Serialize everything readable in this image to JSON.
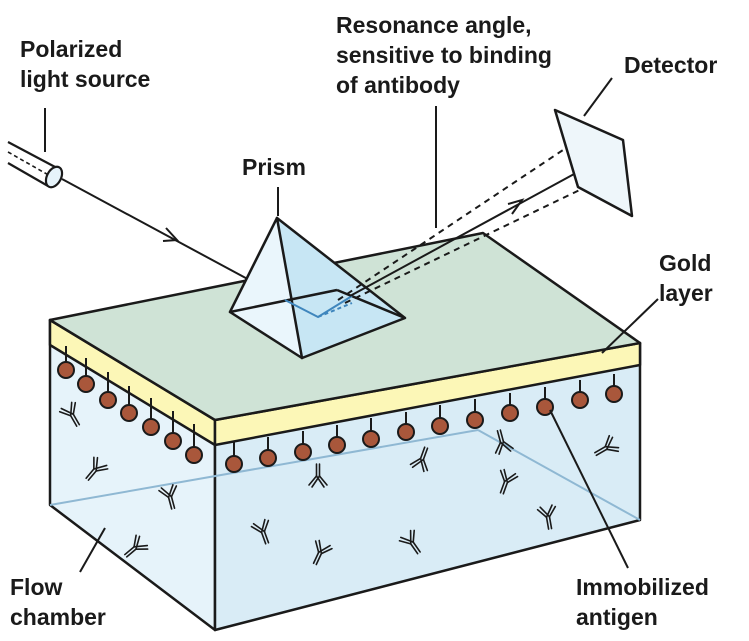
{
  "labels": {
    "light_source": [
      "Polarized",
      "light source"
    ],
    "resonance": [
      "Resonance angle,",
      "sensitive to binding",
      "of antibody"
    ],
    "detector": "Detector",
    "prism": "Prism",
    "gold": [
      "Gold",
      "layer"
    ],
    "flow": [
      "Flow",
      "chamber"
    ],
    "antigen": [
      "Immobilized",
      "antigen"
    ]
  },
  "colors": {
    "chamber_top": "#cfe3d6",
    "chamber_front": "#e6f3fa",
    "chamber_side": "#d9ecf6",
    "gold": "#fcf7b7",
    "antigen": "#a9573b",
    "prism": "#d6eef8",
    "outline": "#1a1a1a"
  }
}
